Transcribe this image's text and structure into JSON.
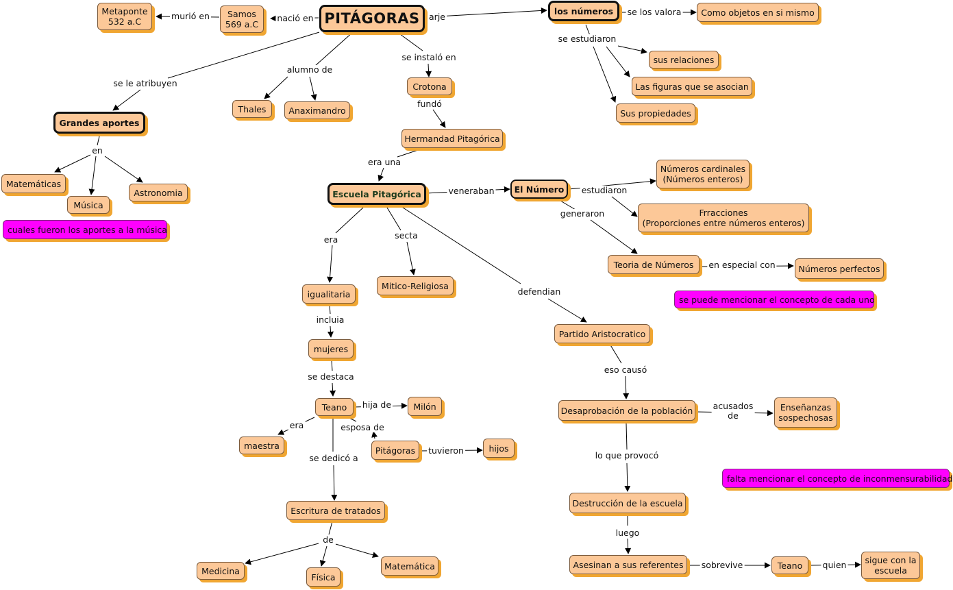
{
  "nodes": {
    "pitagoras": "PITÁGORAS",
    "metaponte": "Metaponte\n532 a.C",
    "samos": "Samos\n569 a.C",
    "los_numeros": "los números",
    "objetos": "Como objetos en si mismo",
    "relaciones": "sus relaciones",
    "figuras": "Las figuras que se asocian",
    "propiedades": "Sus propiedades",
    "thales": "Thales",
    "anaximandro": "Anaximandro",
    "crotona": "Crotona",
    "grandes_aportes": "Grandes aportes",
    "hermandad": "Hermandad Pitagórica",
    "matematicas": "Matemáticas",
    "musica": "Música",
    "astronomia": "Astronomia",
    "escuela": "Escuela Pitagórica",
    "el_numero": "El Número",
    "cardinales": "Números cardinales\n(Números enteros)",
    "fracciones": "Frracciones\n(Proporciones entre números enteros)",
    "teoria": "Teoria de Números",
    "perfectos": "Números perfectos",
    "igualitaria": "igualitaria",
    "mitico": "Mitico-Religiosa",
    "mujeres": "mujeres",
    "partido": "Partido Aristocratico",
    "teano": "Teano",
    "milon": "Milón",
    "maestra": "maestra",
    "pitagoras2": "Pitágoras",
    "hijos": "hijos",
    "desaprobacion": "Desaprobación de la población",
    "ensenanzas": "Enseñanzas\nsospechosas",
    "escritura": "Escritura de tratados",
    "destruccion": "Destrucción de la escuela",
    "medicina": "Medicina",
    "fisica": "Física",
    "matematica": "Matemática",
    "asesinan": "Asesinan a sus referentes",
    "teano2": "Teano",
    "sigue": "sigue con la\nescuela"
  },
  "notes": {
    "musica_note": "cuales fueron los aportes a la música",
    "concepto_note": "se puede mencionar el concepto de cada uno",
    "incon_note": "falta mencionar el concepto de inconmensurabilidad"
  },
  "labels": {
    "murio_en": "murió en",
    "nacio_en": "nació en",
    "arje": "arje",
    "se_los_valora": "se los valora",
    "se_estudiaron": "se estudiaron",
    "alumno_de": "alumno de",
    "se_instalo_en": "se instaló en",
    "se_le_atribuyen": "se le atribuyen",
    "fundo": "fundó",
    "en": "en",
    "era_una": "era una",
    "veneraban": "veneraban",
    "estudiaron": "estudiaron",
    "generaron": "generaron",
    "en_especial_con": "en especial con",
    "era1": "era",
    "secta": "secta",
    "defendian": "defendian",
    "incluia": "incluia",
    "se_destaca": "se destaca",
    "hija_de": "hija de",
    "era2": "era",
    "esposa_de": "esposa de",
    "tuvieron": "tuvieron",
    "se_dedico_a": "se dedicó a",
    "eso_causo": "eso causó",
    "acusados_de": "acusados\nde",
    "lo_que_provoco": "lo que provocó",
    "de": "de",
    "luego": "luego",
    "sobrevive": "sobrevive",
    "quien": "quien"
  }
}
